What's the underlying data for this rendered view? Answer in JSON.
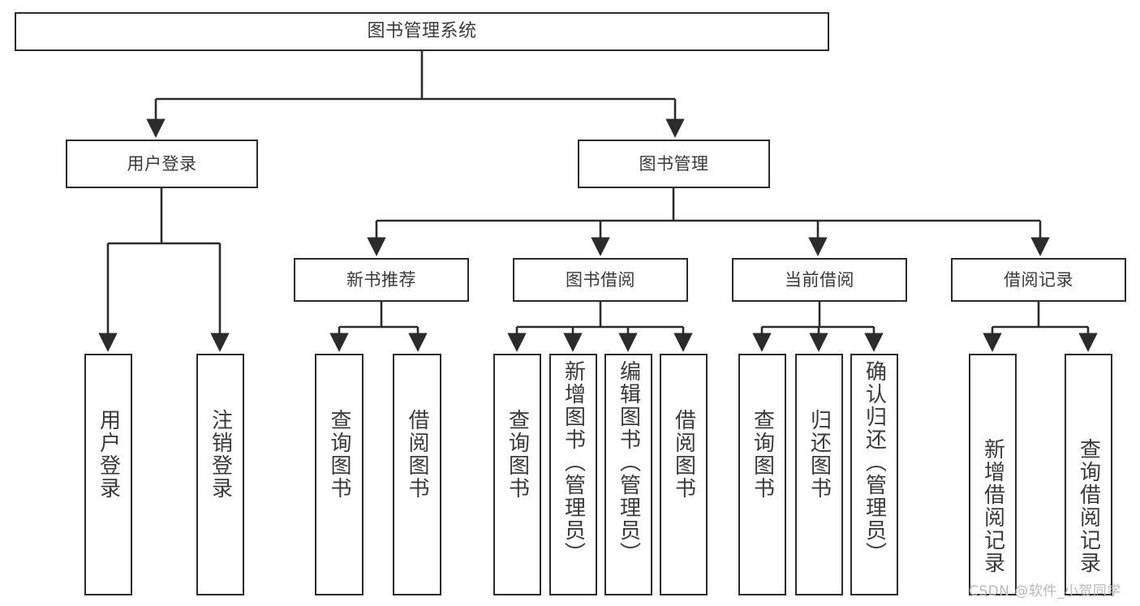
{
  "diagram": {
    "title": "图书管理系统",
    "type": "hierarchy-tree",
    "root": {
      "label": "图书管理系统"
    },
    "level1": [
      {
        "label": "用户登录"
      },
      {
        "label": "图书管理"
      }
    ],
    "level2": [
      {
        "label": "新书推荐"
      },
      {
        "label": "图书借阅"
      },
      {
        "label": "当前借阅"
      },
      {
        "label": "借阅记录"
      }
    ],
    "leaves": {
      "user_login": [
        {
          "label": "用户登录"
        },
        {
          "label": "注销登录"
        }
      ],
      "new_book_recommend": [
        {
          "label": "查询图书"
        },
        {
          "label": "借阅图书"
        }
      ],
      "book_borrow": [
        {
          "label": "查询图书"
        },
        {
          "label": "新增图书（管理员）"
        },
        {
          "label": "编辑图书（管理员）"
        },
        {
          "label": "借阅图书"
        }
      ],
      "current_borrow": [
        {
          "label": "查询图书"
        },
        {
          "label": "归还图书"
        },
        {
          "label": "确认归还（管理员）"
        }
      ],
      "borrow_record": [
        {
          "label": "新增借阅记录"
        },
        {
          "label": "查询借阅记录"
        }
      ]
    },
    "watermark": "CSDN @软件_小贺同学",
    "colors": {
      "box_border": "#2b2b2b",
      "box_fill": "#ffffff",
      "text": "#3a3a3a",
      "edge": "#2b2b2b",
      "watermark": "#b9b9b9",
      "background": "#ffffff"
    }
  }
}
